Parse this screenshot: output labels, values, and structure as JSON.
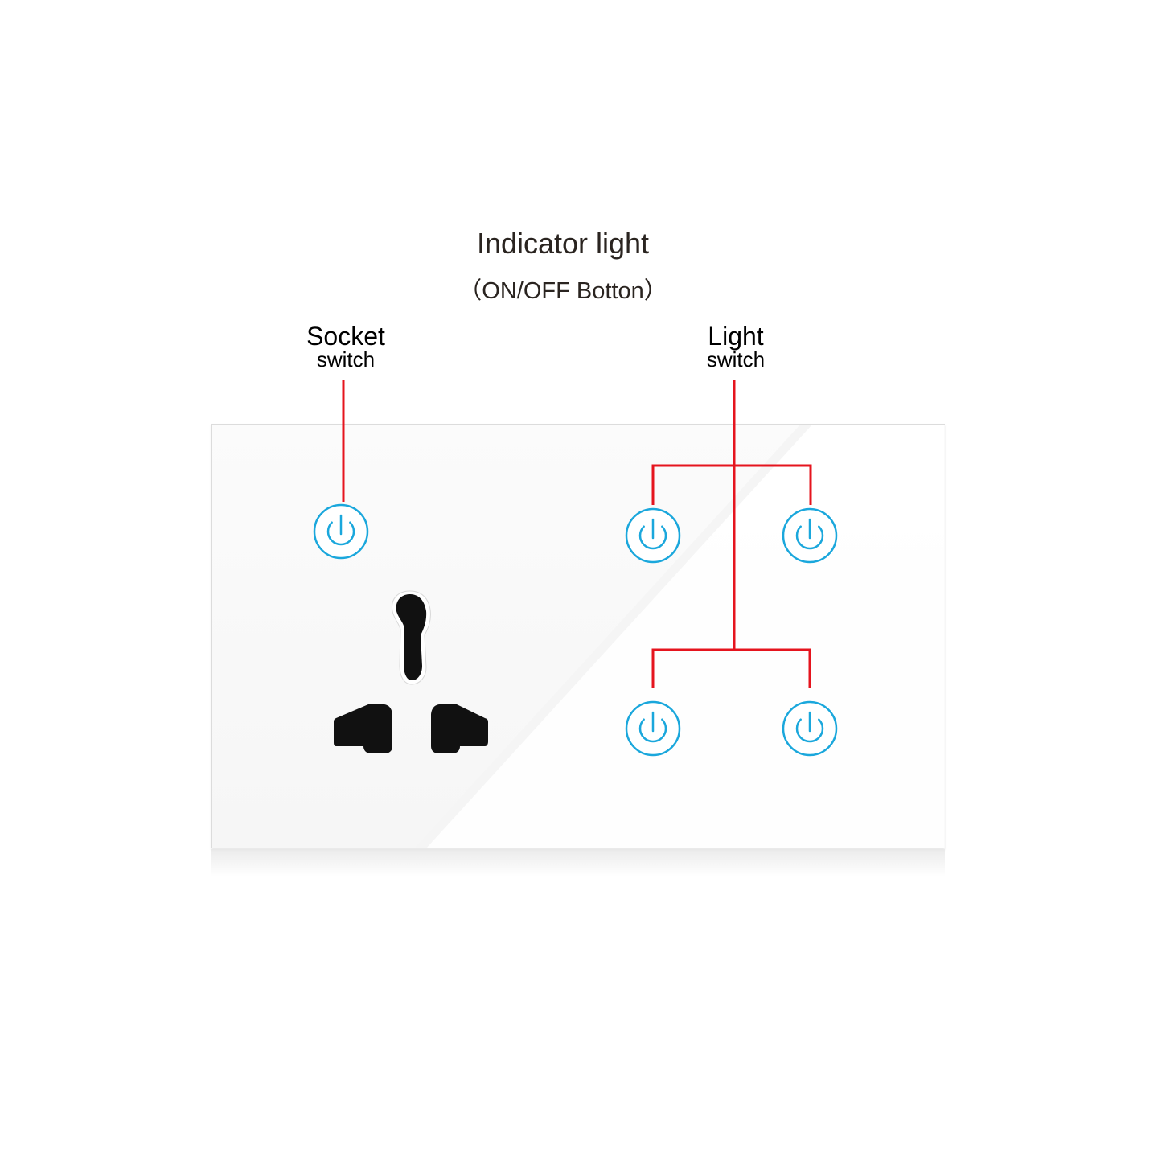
{
  "title": "Indicator light",
  "subtitle": "（ON/OFF Botton）",
  "callouts": {
    "socket": {
      "main": "Socket",
      "sub": "switch"
    },
    "light": {
      "main": "Light",
      "sub": "switch"
    }
  },
  "colors": {
    "leader_line": "#e5141e",
    "button_ring": "#1aa7dc",
    "socket_hole": "#111111",
    "panel": "#f8f8f8"
  },
  "icons": {
    "touch_button": "power-icon",
    "socket": "universal-socket-icon"
  },
  "counts": {
    "socket_buttons": 1,
    "light_buttons": 4,
    "sockets": 1
  }
}
